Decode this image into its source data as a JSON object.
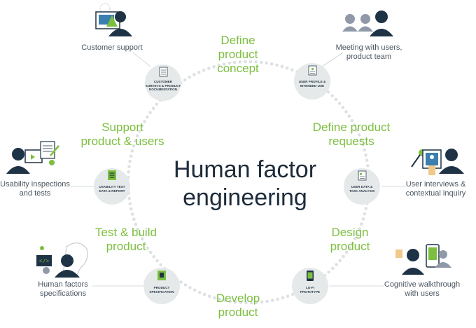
{
  "center": {
    "title_line1": "Human factor",
    "title_line2": "engineering"
  },
  "phases": [
    {
      "id": "define-concept",
      "lines": [
        "Define",
        "product",
        "concept"
      ]
    },
    {
      "id": "define-requests",
      "lines": [
        "Define product",
        "requests"
      ]
    },
    {
      "id": "design",
      "lines": [
        "Design",
        "product"
      ]
    },
    {
      "id": "develop",
      "lines": [
        "Develop",
        "product"
      ]
    },
    {
      "id": "test-build",
      "lines": [
        "Test & build",
        "product"
      ]
    },
    {
      "id": "support",
      "lines": [
        "Support",
        "product & users"
      ]
    }
  ],
  "nodes": [
    {
      "id": "customer-surveys",
      "lines": [
        "CUSTOMER",
        "SURVEYS & PRODUCT",
        "DOCUMENTATION"
      ],
      "icon": "document-icon"
    },
    {
      "id": "user-profile",
      "lines": [
        "USER PROFILE &",
        "INTENDED USE"
      ],
      "icon": "profile-card-icon"
    },
    {
      "id": "user-data",
      "lines": [
        "USER DATA &",
        "TASK ANALYSIS"
      ],
      "icon": "task-sheet-icon"
    },
    {
      "id": "lo-fi-prototype",
      "lines": [
        "LO-FI",
        "PROTOTYPE"
      ],
      "icon": "mobile-device-icon"
    },
    {
      "id": "product-specification",
      "lines": [
        "PRODUCT",
        "SPECIFICATION"
      ],
      "icon": "spec-doc-icon"
    },
    {
      "id": "usability-test-data",
      "lines": [
        "USABILITY TEST",
        "DATA & REPORT"
      ],
      "icon": "report-icon"
    }
  ],
  "activities": [
    {
      "id": "customer-support",
      "lines": [
        "Customer support"
      ],
      "icon": "support-person-icon"
    },
    {
      "id": "meeting-with-users",
      "lines": [
        "Meeting with users,",
        "product team"
      ],
      "icon": "group-meeting-icon"
    },
    {
      "id": "user-interviews",
      "lines": [
        "User interviews &",
        "contextual inquiry"
      ],
      "icon": "interview-icon"
    },
    {
      "id": "cognitive-walkthrough",
      "lines": [
        "Cognitive walkthrough",
        "with users"
      ],
      "icon": "walkthrough-icon"
    },
    {
      "id": "human-factors-spec",
      "lines": [
        "Human factors",
        "specifications"
      ],
      "icon": "brain-code-icon"
    },
    {
      "id": "usability-inspections",
      "lines": [
        "Usability inspections",
        "and tests"
      ],
      "icon": "inspection-icon"
    }
  ],
  "colors": {
    "accent": "#7cbf3f",
    "dark": "#1d2b3a",
    "node_fill": "#e6e9ea",
    "figure": "#1f3347",
    "figure_light": "#8f99a8",
    "dots": "#dde1e3"
  }
}
